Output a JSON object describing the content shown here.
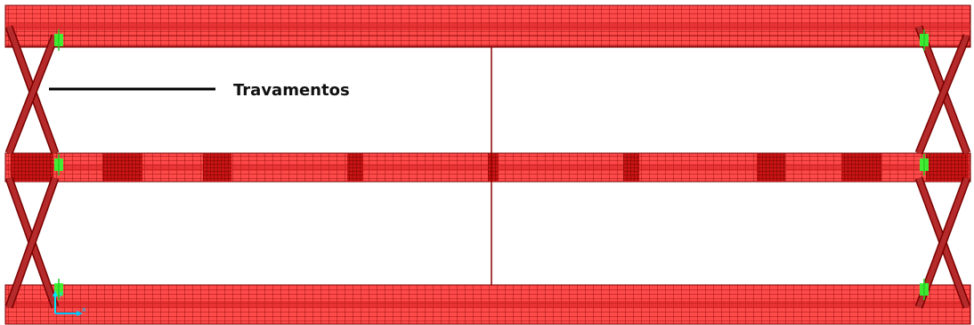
{
  "annotation": {
    "label": "Travamentos"
  },
  "axes_triad": {
    "x_label": "x",
    "y_label": "y"
  },
  "colors": {
    "mesh_fill": "#ff4a4a",
    "mesh_line": "#7a0000",
    "mesh_dense": "#b80000",
    "support_marker": "#33ff33",
    "triad_x": "#00c8ff",
    "triad_y": "#00e5ff",
    "background": "#ffffff",
    "leader_line": "#000000"
  },
  "model": {
    "beam_count": 3,
    "bracing_panels_per_side": 2,
    "symmetry_line": true
  }
}
